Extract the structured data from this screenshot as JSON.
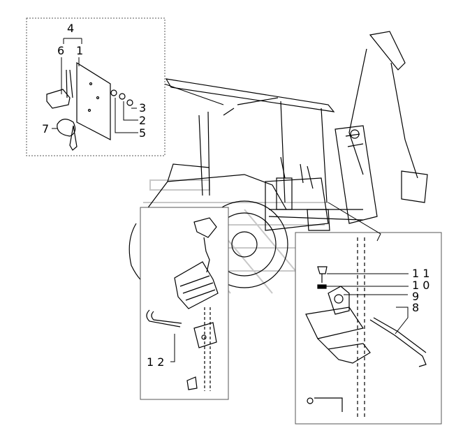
{
  "diagram": {
    "callouts": {
      "c4": "4",
      "c6": "6",
      "c1": "1",
      "c3": "3",
      "c2": "2",
      "c5": "5",
      "c7": "7",
      "c12": "1 2",
      "c11": "1 1",
      "c10": "1 0",
      "c9": "9",
      "c8": "8"
    }
  },
  "colors": {
    "line": "#000000",
    "frame": "#555555",
    "watermark": "#c8c8c8",
    "background": "#ffffff"
  }
}
